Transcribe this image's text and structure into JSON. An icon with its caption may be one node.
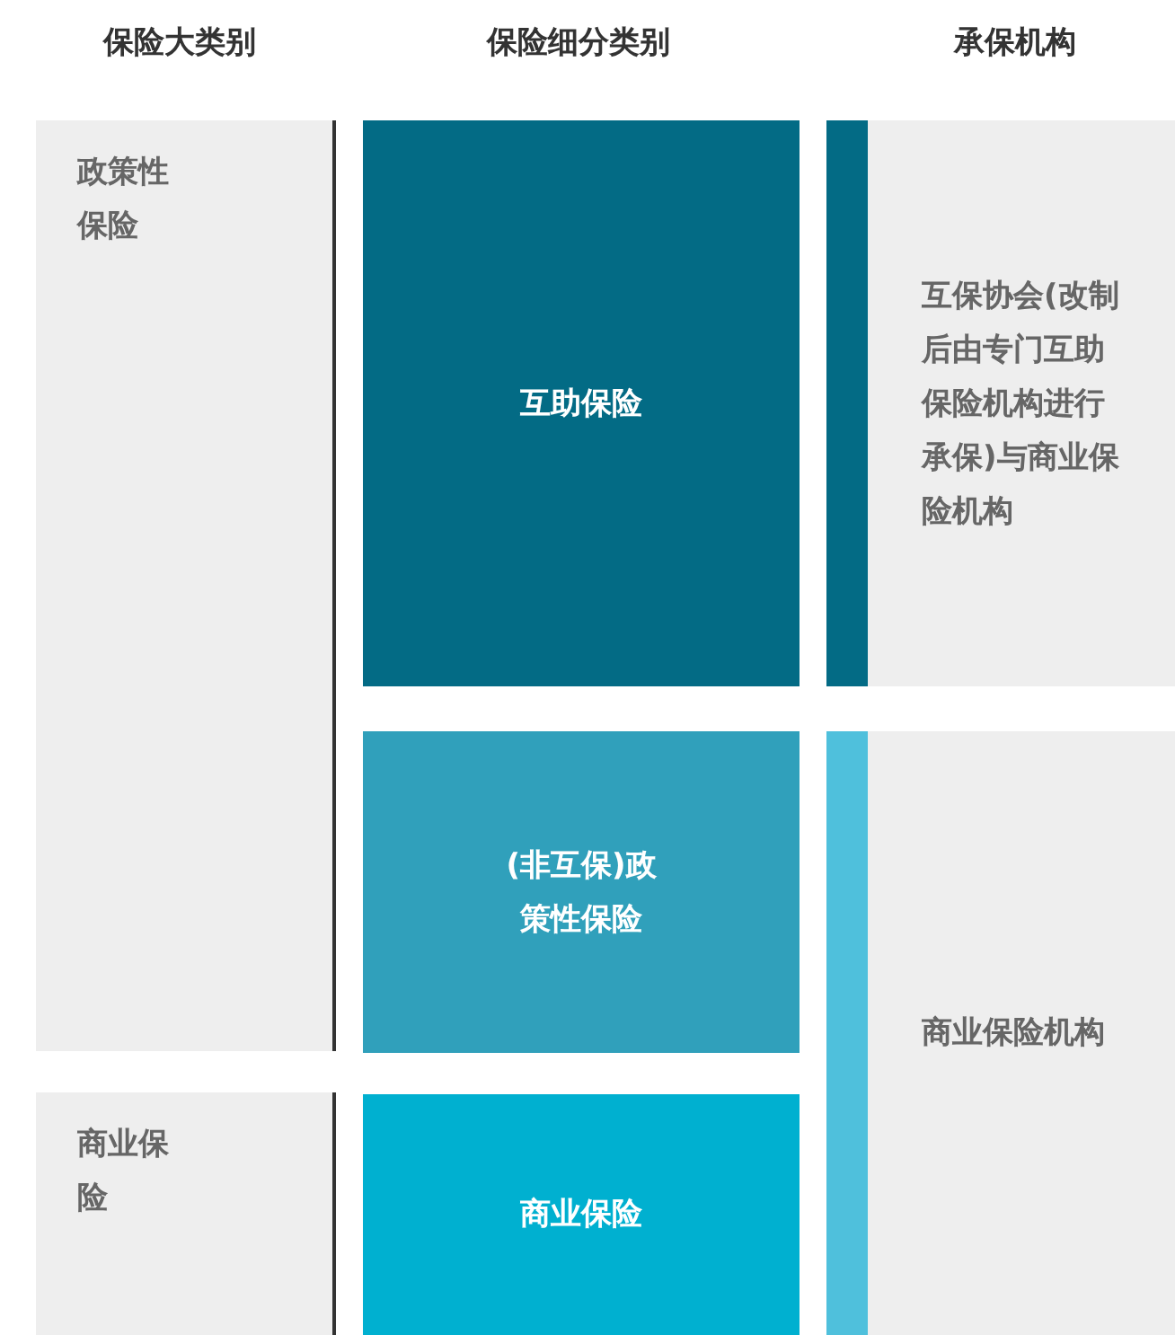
{
  "diagram": {
    "nodes": [
      {
        "text": [
          "政策性保险"
        ]
      },
      {
        "text": [
          "商业保险"
        ]
      },
      {
        "text": [
          "互助保险"
        ]
      },
      {
        "text": [
          "(非互保)政策性保险"
        ]
      },
      {
        "text": [
          "商业保险"
        ]
      },
      {
        "text": [
          "互保协会(改制后由专门互助保险机构进行承保)与商业保险机构"
        ]
      },
      {
        "text": [
          "商业保险机构"
        ]
      }
    ],
    "labels": [
      "保险大类别",
      "保险细分类别",
      "承保机构"
    ]
  }
}
